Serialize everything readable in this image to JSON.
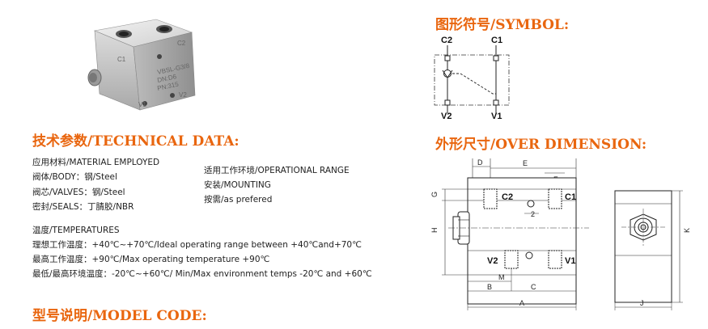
{
  "photo": {
    "port_labels": [
      "C1",
      "C2",
      "V1",
      "V2"
    ],
    "engraving": [
      "VBSL-G3/8",
      "DN:D6",
      "PN:315"
    ]
  },
  "symbol": {
    "heading": "图形符号/SYMBOL:",
    "labels": {
      "c2": "C2",
      "c1": "C1",
      "v2": "V2",
      "v1": "V1"
    }
  },
  "technical": {
    "heading": "技术参数/TECHNICAL DATA:",
    "materials": [
      "应用材料/MATERIAL EMPLOYED",
      "阀体/BODY：钢/Steel",
      "阀芯/VALVES：钢/Steel",
      "密封/SEALS：丁腈胶/NBR"
    ],
    "operational": [
      "适用工作环境/OPERATIONAL RANGE",
      "安装/MOUNTING",
      "按需/as prefered"
    ],
    "temperatures_title": "温度/TEMPERATURES",
    "temperatures": [
      "理想工作温度：+40℃~+70℃/Ideal operating range between +40℃and+70℃",
      "最高工作温度：+90℃/Max operating temperature +90℃",
      "最低/最高环境温度：-20℃~+60℃/ Min/Max environment temps -20℃ and +60℃"
    ]
  },
  "dimension": {
    "heading": "外形尺寸/OVER DIMENSION:",
    "letters": {
      "d": "D",
      "e": "E",
      "f": "F",
      "g": "G",
      "h": "H",
      "m": "M",
      "b": "B",
      "c": "C",
      "a": "A",
      "k": "K",
      "j": "J"
    },
    "ports": {
      "c2": "C2",
      "c1": "C1",
      "v2": "V2",
      "v1": "V1",
      "two": "2"
    }
  },
  "model": {
    "heading": "型号说明/MODEL CODE:"
  }
}
